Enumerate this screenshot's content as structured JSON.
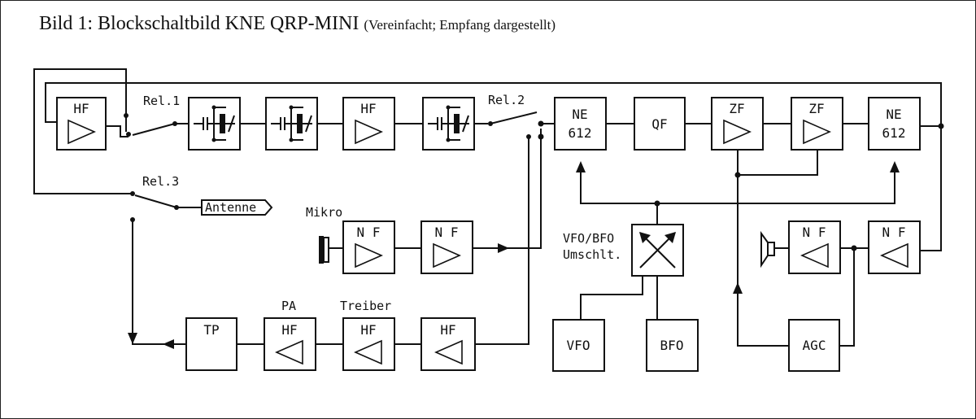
{
  "title": {
    "main": "Bild 1: Blockschaltbild  KNE QRP-MINI",
    "sub": "(Vereinfacht; Empfang dargestellt)"
  },
  "blocks": {
    "hf_rx1": "HF",
    "hf_rx2": "HF",
    "ne612_mix": [
      "NE",
      "612"
    ],
    "qf": "QF",
    "zf1": "ZF",
    "zf2": "ZF",
    "ne612_det": [
      "NE",
      "612"
    ],
    "nf_mic1": "N F",
    "nf_mic2": "N F",
    "nf_out1": "N F",
    "nf_out2": "N F",
    "tp": "TP",
    "hf_pa": "HF",
    "hf_driver": "HF",
    "hf_tx": "HF",
    "vfo": "VFO",
    "bfo": "BFO",
    "agc": "AGC"
  },
  "labels": {
    "rel1": "Rel.1",
    "rel2": "Rel.2",
    "rel3": "Rel.3",
    "antenne": "Antenne",
    "mikro": "Mikro",
    "vfo_bfo": "VFO/BFO",
    "umschlt": "Umschlt.",
    "pa": "PA",
    "treiber": "Treiber"
  }
}
